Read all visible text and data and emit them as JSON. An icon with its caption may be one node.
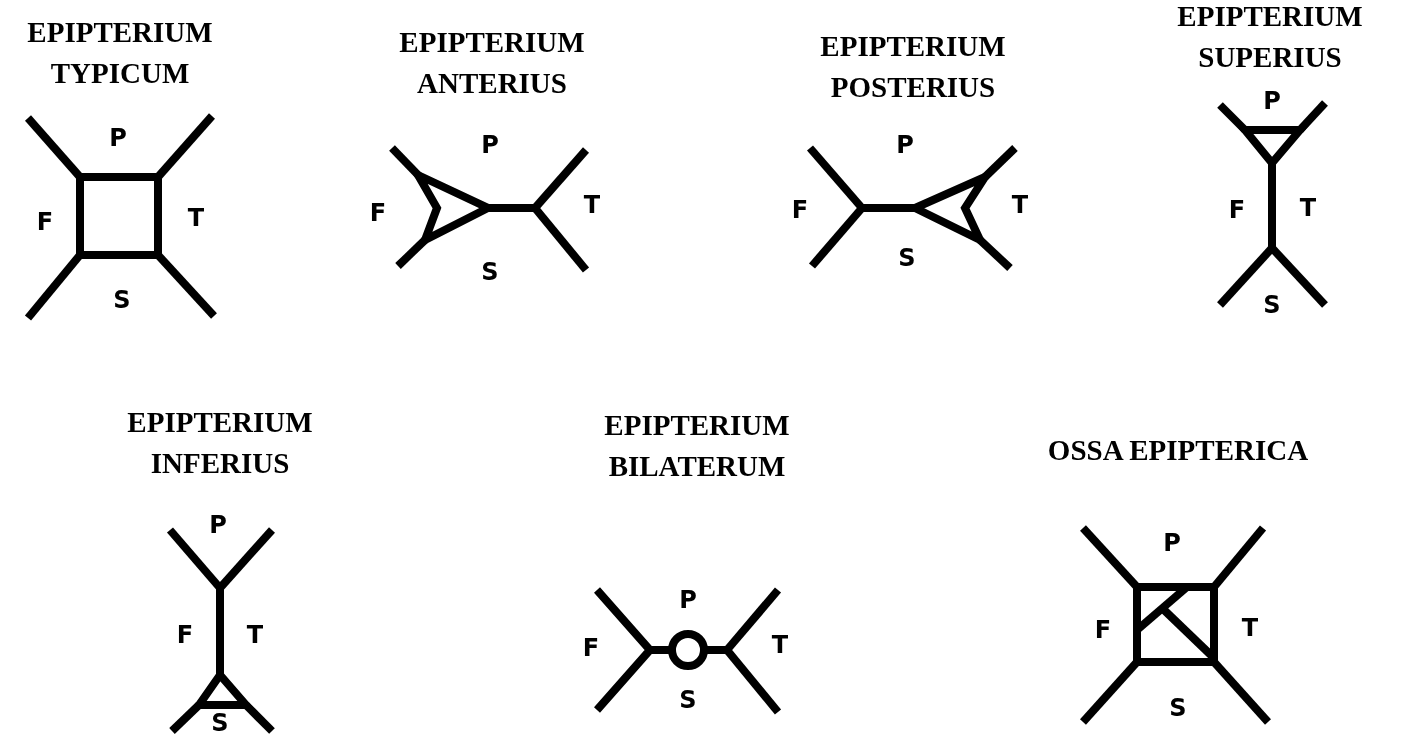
{
  "diagram": {
    "labels": [
      "EPIPTERIUM TYPICUM",
      "P",
      "F",
      "T",
      "S",
      "EPIPTERIUM ANTERIUS",
      "P",
      "F",
      "T",
      "S",
      "EPIPTERIUM POSTERIUS",
      "P",
      "F",
      "T",
      "S",
      "EPIPTERIUM SUPERIUS",
      "P",
      "F",
      "T",
      "S",
      "EPIPTERIUM INFERIUS",
      "P",
      "F",
      "T",
      "S",
      "EPIPTERIUM BILATERUM",
      "P",
      "F",
      "T",
      "S",
      "OSSA EPIPTERICA",
      "P",
      "F",
      "T",
      "S"
    ]
  }
}
